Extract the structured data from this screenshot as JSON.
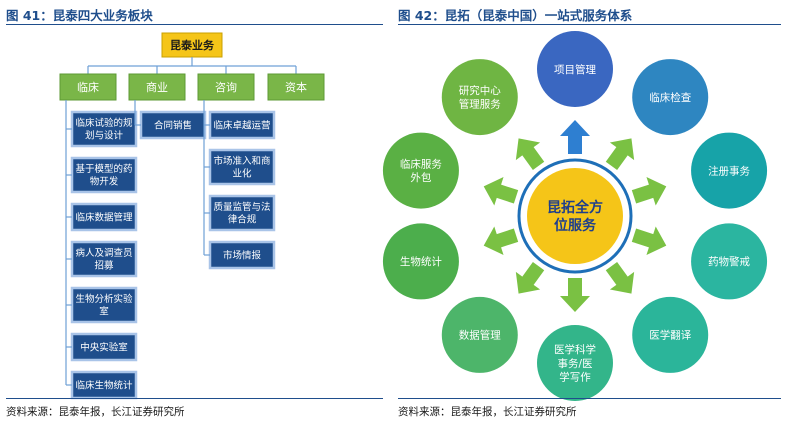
{
  "left": {
    "title": "图 41：昆泰四大业务板块",
    "source": "资料来源：昆泰年报，长江证券研究所",
    "root": "昆泰业务",
    "colors": {
      "root_fill": "#f5c518",
      "category_fill": "#7ab648",
      "sub_fill": "#1f4e8c",
      "sub_border": "#a9c4e8",
      "connector": "#6fa0d6"
    },
    "categories": [
      {
        "label": "临床",
        "items": [
          [
            "临床试验的规",
            "划与设计"
          ],
          [
            "基于模型的药",
            "物开发"
          ],
          [
            "临床数据管理"
          ],
          [
            "病人及调查员",
            "招募"
          ],
          [
            "生物分析实验",
            "室"
          ],
          [
            "中央实验室"
          ],
          [
            "临床生物统计"
          ]
        ]
      },
      {
        "label": "商业",
        "items": [
          [
            "合同销售"
          ]
        ]
      },
      {
        "label": "咨询",
        "items": [
          [
            "临床卓越运营"
          ],
          [
            "市场准入和商",
            "业化"
          ],
          [
            "质量监管与法",
            "律合规"
          ],
          [
            "市场情报"
          ]
        ]
      },
      {
        "label": "资本",
        "items": []
      }
    ]
  },
  "right": {
    "title": "图 42：昆拓（昆泰中国）一站式服务体系",
    "source": "资料来源：昆泰年报，长江证券研究所",
    "center": [
      "昆拓全方",
      "位服务"
    ],
    "colors": {
      "center_fill": "#f5c518",
      "center_ring": "#1e6fb8",
      "center_text": "#1f3f8c"
    },
    "services": [
      {
        "label": [
          "项目管理"
        ],
        "color": "#3a67c1"
      },
      {
        "label": [
          "临床检查"
        ],
        "color": "#2e86c1"
      },
      {
        "label": [
          "注册事务"
        ],
        "color": "#17a3a8"
      },
      {
        "label": [
          "药物警戒"
        ],
        "color": "#2bb5a0"
      },
      {
        "label": [
          "医学翻译"
        ],
        "color": "#2bb59a"
      },
      {
        "label": [
          "医学科学",
          "事务/医",
          "学写作"
        ],
        "color": "#33b58a"
      },
      {
        "label": [
          "数据管理"
        ],
        "color": "#4db56a"
      },
      {
        "label": [
          "生物统计"
        ],
        "color": "#4cae4c"
      },
      {
        "label": [
          "临床服务",
          "外包"
        ],
        "color": "#5ab044"
      },
      {
        "label": [
          "研究中心",
          "管理服务"
        ],
        "color": "#6fb543"
      }
    ]
  }
}
